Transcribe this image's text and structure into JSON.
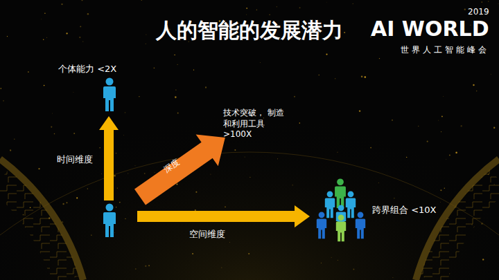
{
  "diagram": {
    "title": "人的智能的发展潜力",
    "nodes": [
      {
        "text": [
          "个体能力 <2X"
        ]
      },
      {
        "text": [
          "技术突破， 制造和利用工具 >100X"
        ]
      },
      {
        "text": [
          "跨界组合 <10X"
        ]
      }
    ],
    "labels": [
      "时间维度",
      "深度",
      "空间维度",
      "2019",
      "AI WORLD",
      "世界人工智能峰会"
    ]
  }
}
